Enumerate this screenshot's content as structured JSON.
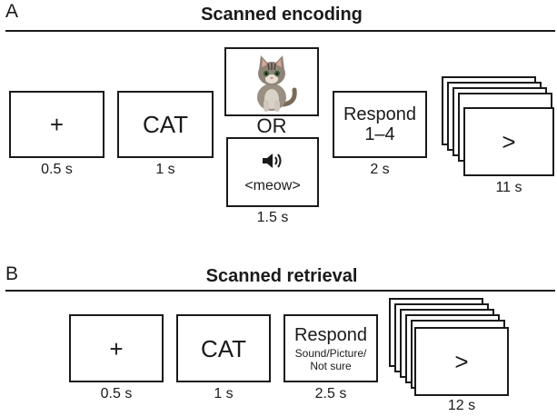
{
  "panel_a": {
    "letter": "A",
    "title": "Scanned encoding",
    "screens": {
      "fixation": "+",
      "word": "CAT",
      "or": "OR",
      "sound": "<meow>",
      "respond_title": "Respond",
      "respond_sub": "1–4",
      "final": ">"
    },
    "durations": [
      "0.5 s",
      "1 s",
      "1.5 s",
      "2 s",
      "11 s"
    ],
    "icons": {
      "picture": "kitten-photo",
      "sound": "speaker-icon"
    }
  },
  "panel_b": {
    "letter": "B",
    "title": "Scanned retrieval",
    "screens": {
      "fixation": "+",
      "word": "CAT",
      "respond_title": "Respond",
      "respond_line1": "Sound/Picture/",
      "respond_line2": "Not sure",
      "final": ">"
    },
    "durations": [
      "0.5 s",
      "1 s",
      "2.5 s",
      "12 s"
    ]
  }
}
